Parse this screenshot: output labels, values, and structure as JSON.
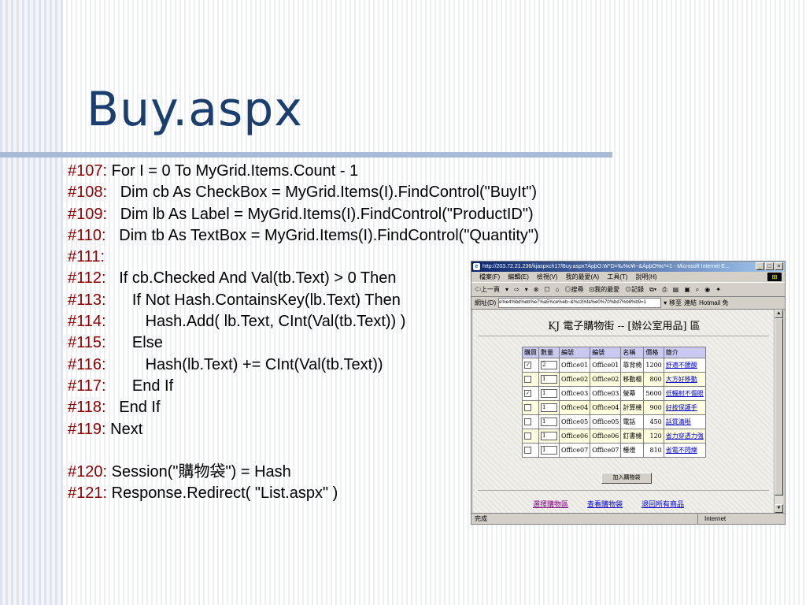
{
  "slide": {
    "title": "Buy.aspx",
    "code_lines": [
      {
        "num": "#107:",
        "text": " For I = 0 To MyGrid.Items.Count - 1"
      },
      {
        "num": "#108:",
        "text": "   Dim cb As CheckBox = MyGrid.Items(I).FindControl(\"BuyIt\")"
      },
      {
        "num": "#109:",
        "text": "   Dim lb As Label = MyGrid.Items(I).FindControl(\"ProductID\")"
      },
      {
        "num": "#110:",
        "text": "   Dim tb As TextBox = MyGrid.Items(I).FindControl(\"Quantity\")"
      },
      {
        "num": "#111:",
        "text": ""
      },
      {
        "num": "#112:",
        "text": "   If cb.Checked And Val(tb.Text) > 0 Then"
      },
      {
        "num": "#113:",
        "text": "      If Not Hash.ContainsKey(lb.Text) Then"
      },
      {
        "num": "#114:",
        "text": "         Hash.Add( lb.Text, CInt(Val(tb.Text)) )"
      },
      {
        "num": "#115:",
        "text": "      Else"
      },
      {
        "num": "#116:",
        "text": "         Hash(lb.Text) += CInt(Val(tb.Text))"
      },
      {
        "num": "#117:",
        "text": "      End If"
      },
      {
        "num": "#118:",
        "text": "   End If"
      },
      {
        "num": "#119:",
        "text": " Next"
      },
      {
        "num": "",
        "text": ""
      },
      {
        "num": "#120:",
        "text": " Session(\"購物袋\") = Hash"
      },
      {
        "num": "#121:",
        "text": " Response.Redirect( \"List.aspx\" )"
      }
    ]
  },
  "browser": {
    "window_title": "http://203.72.21.236/kjaspxch17/Buy.aspx?ÁpþO:W°D=‰%c¥I~&ÁpþO%c¹=1 - Microsoft Internet E...",
    "window_buttons": [
      "_",
      "□",
      "×"
    ],
    "menu": [
      "檔案(F)",
      "編輯(E)",
      "檢視(V)",
      "我的最愛(A)",
      "工具(T)",
      "說明(H)"
    ],
    "toolbar": [
      "⇦上一頁",
      "▾",
      "⇨",
      "▾",
      "⊗",
      "☐",
      "⌂",
      "◎搜尋",
      "⊡我的最愛",
      "⊙記錄",
      "⧉▾",
      "⎙",
      "▤",
      "▣",
      "⌕",
      "◉",
      "✦"
    ],
    "address_label": "網址(D)",
    "address_value": "e%e4%bd%eb%e7%a5%ce%eb~&%c3%fa%e0%70%bd7%b8%b9=1",
    "go_label": "移至",
    "links_label": "連結",
    "hotmail_label": "Hotmail 免",
    "page_title": "KJ 電子購物街 -- [辦公室用品] 區",
    "grid_headers": [
      "購買",
      "數量",
      "編號",
      "編號",
      "名稱",
      "價格",
      "簡介"
    ],
    "grid_rows": [
      {
        "checked": "✓",
        "qty": "2",
        "id1": "Office01",
        "id2": "Office01",
        "name": "靠背椅",
        "price": "1200",
        "desc": "舒適不腰酸"
      },
      {
        "checked": "",
        "qty": "1",
        "id1": "Office02",
        "id2": "Office02",
        "name": "移動櫃",
        "price": "800",
        "desc": "大方好移動"
      },
      {
        "checked": "✓",
        "qty": "1",
        "id1": "Office03",
        "id2": "Office03",
        "name": "螢幕",
        "price": "5600",
        "desc": "低輻射不傷眼"
      },
      {
        "checked": "",
        "qty": "1",
        "id1": "Office04",
        "id2": "Office04",
        "name": "計算機",
        "price": "900",
        "desc": "好按保護手"
      },
      {
        "checked": "",
        "qty": "1",
        "id1": "Office05",
        "id2": "Office05",
        "name": "電話",
        "price": "450",
        "desc": "話質清晰"
      },
      {
        "checked": "",
        "qty": "1",
        "id1": "Office06",
        "id2": "Office06",
        "name": "釘書機",
        "price": "120",
        "desc": "省力穿透力強"
      },
      {
        "checked": "",
        "qty": "1",
        "id1": "Office07",
        "id2": "Office07",
        "name": "檯燈",
        "price": "810",
        "desc": "省電不閃爍"
      }
    ],
    "add_button": "加入購物袋",
    "bottom_links": [
      "選擇購物區",
      "查看購物袋",
      "退回所有商品"
    ],
    "status_text": "完成",
    "zone_text": "Internet"
  }
}
